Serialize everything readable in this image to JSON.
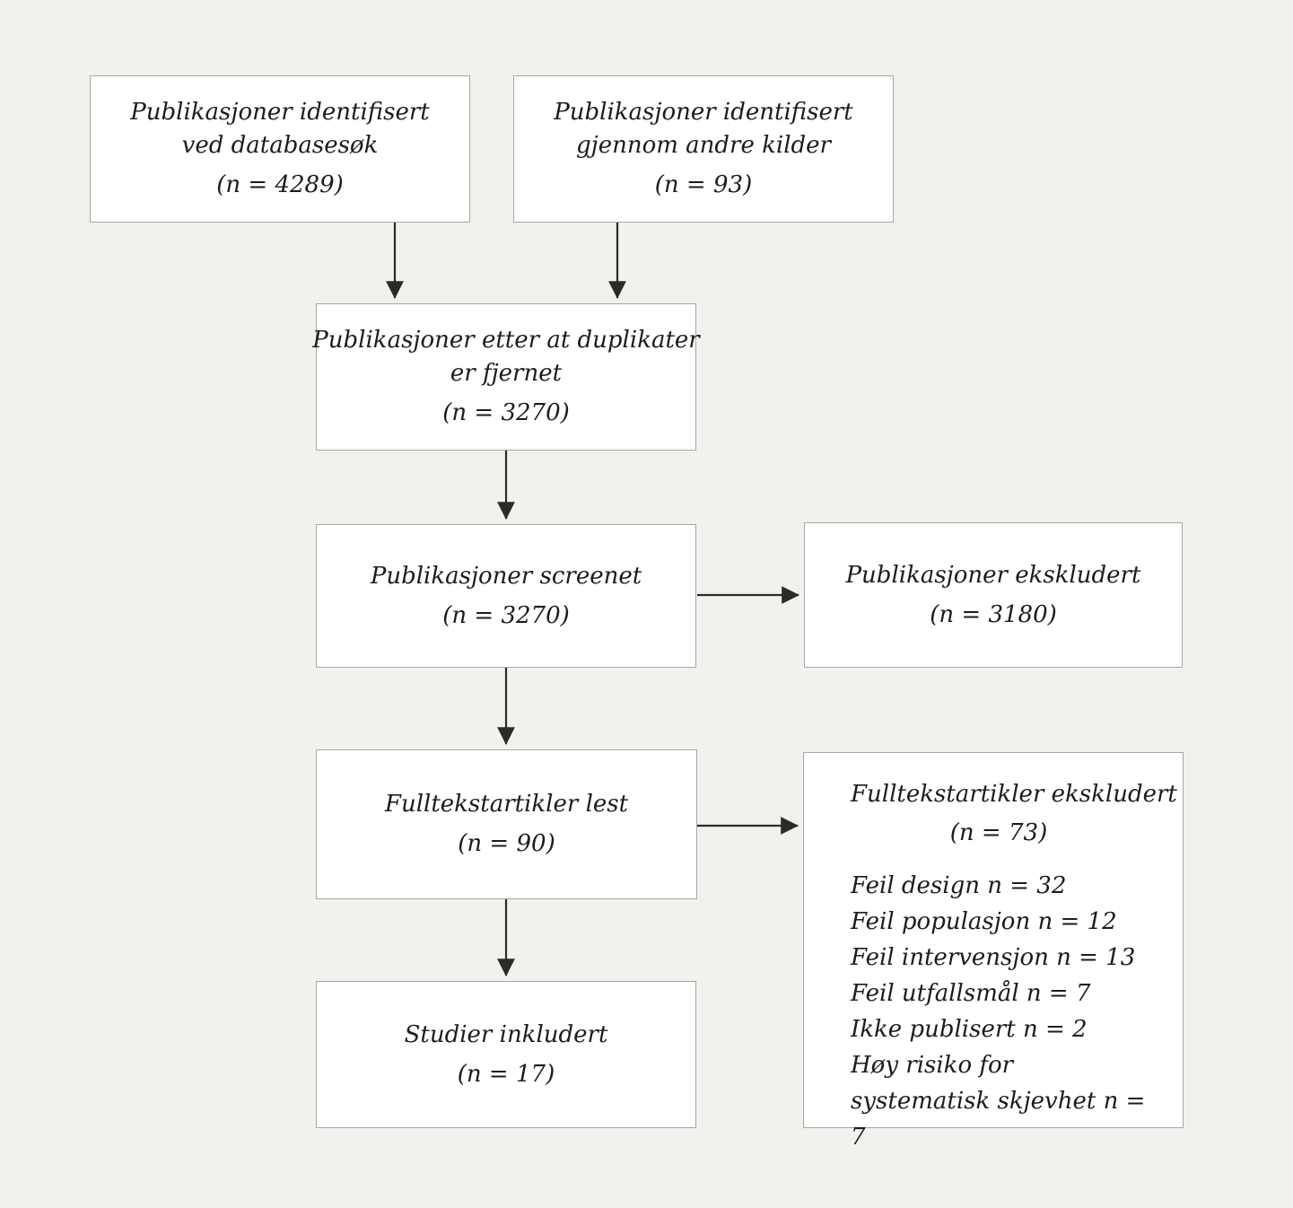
{
  "diagram": {
    "kind": "prisma-flowchart",
    "colors": {
      "background": "#f2f1ee",
      "box_fill": "#ffffff",
      "box_border": "#a8a7a5",
      "text": "#1e1c19",
      "arrow": "#2c2a27"
    },
    "boxes": {
      "identified_db": {
        "lines": [
          "Publikasjoner identifisert",
          "ved databasesøk"
        ],
        "count": "(n = 4289)"
      },
      "identified_other": {
        "lines": [
          "Publikasjoner identifisert",
          "gjennom andre kilder"
        ],
        "count": "(n = 93)"
      },
      "after_duplicates": {
        "lines": [
          "Publikasjoner etter at duplikater",
          "er fjernet"
        ],
        "count": "(n = 3270)"
      },
      "screened": {
        "lines": [
          "Publikasjoner screenet"
        ],
        "count": "(n = 3270)"
      },
      "excluded_screening": {
        "lines": [
          "Publikasjoner ekskludert"
        ],
        "count": "(n = 3180)"
      },
      "fulltext_read": {
        "lines": [
          "Fulltekstartikler lest"
        ],
        "count": "(n = 90)"
      },
      "fulltext_excluded": {
        "title": "Fulltekstartikler ekskludert",
        "count": "(n = 73)",
        "reasons": [
          "Feil design n = 32",
          "Feil populasjon n = 12",
          "Feil intervensjon n = 13",
          "Feil utfallsmål n = 7",
          "Ikke publisert n = 2",
          "Høy risiko for systematisk skjevhet n = 7"
        ]
      },
      "included": {
        "lines": [
          "Studier inkludert"
        ],
        "count": "(n = 17)"
      }
    }
  }
}
